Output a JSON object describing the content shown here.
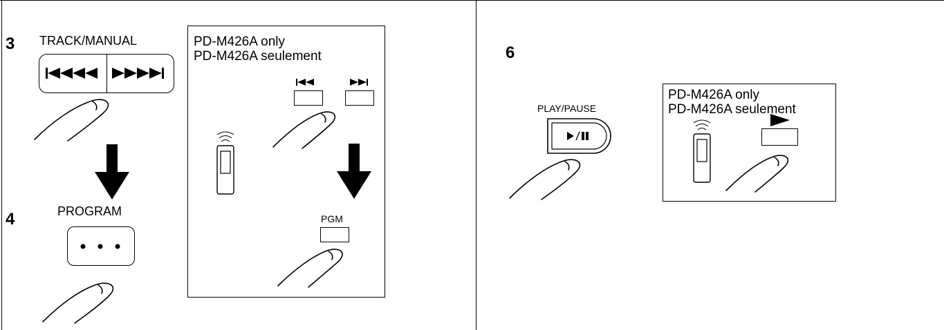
{
  "steps": {
    "step3": {
      "number": "3",
      "label": "TRACK/MANUAL"
    },
    "step4": {
      "number": "4",
      "label": "PROGRAM"
    },
    "step6": {
      "number": "6",
      "label": "PLAY/PAUSE"
    }
  },
  "remote_box_1": {
    "line1": "PD-M426A only",
    "line2": "PD-M426A seulement",
    "pgm_label": "PGM"
  },
  "remote_box_2": {
    "line1": "PD-M426A only",
    "line2": "PD-M426A seulement"
  },
  "icons": {
    "track_back": "skip-back-icon",
    "track_forward": "skip-forward-icon",
    "play_pause": "play-pause-icon",
    "play": "play-icon",
    "finger": "finger-press-icon",
    "remote": "remote-control-icon",
    "arrow": "down-arrow-icon"
  }
}
